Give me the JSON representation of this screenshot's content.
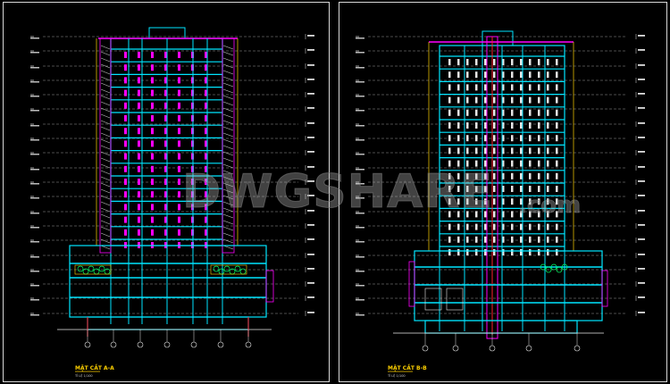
{
  "watermark": {
    "text": "DWGSHARE",
    "suffix": ".com"
  },
  "sheets": [
    {
      "title": "MẶT CẮT A-A",
      "scale": "TỈ LỆ 1/100"
    },
    {
      "title": "MẶT CẮT B-B",
      "scale": "TỈ LỆ 1/100"
    }
  ],
  "colors": {
    "background": "#000000",
    "structure": "#00e5ff",
    "accent": "#ff00ff",
    "cut": "#ff2030",
    "annotation": "#e8e8e8",
    "detail": "#00ff66",
    "yellow": "#ffd200",
    "blue": "#3a5cff",
    "border": "#d8d8d8"
  }
}
